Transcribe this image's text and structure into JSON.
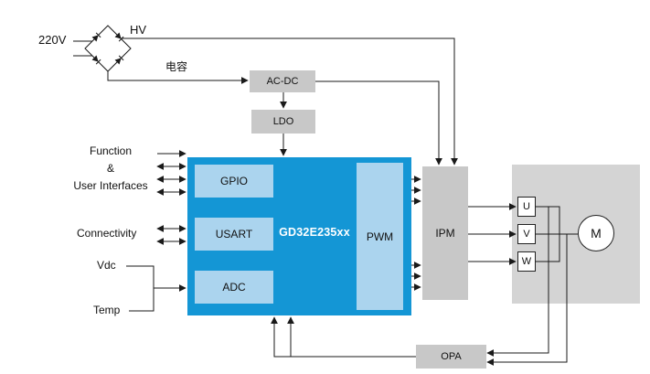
{
  "colors": {
    "mcu_blue": "#1496d5",
    "inner_blue": "#abd4ee",
    "block_gray": "#c8c8c8",
    "housing_gray": "#d4d4d4",
    "line_color": "#1a1a1a"
  },
  "power": {
    "source": "220V",
    "hv": "HV",
    "capacitor": "电容",
    "acdc": "AC-DC",
    "ldo": "LDO"
  },
  "mcu": {
    "name": "GD32E235xx",
    "blocks": {
      "gpio": "GPIO",
      "usart": "USART",
      "adc": "ADC",
      "pwm": "PWM"
    }
  },
  "inputs": {
    "function_line1": "Function",
    "function_line2": "&",
    "function_line3": "User Interfaces",
    "connectivity": "Connectivity",
    "vdc": "Vdc",
    "temp": "Temp"
  },
  "drive": {
    "ipm": "IPM",
    "phases": {
      "u": "U",
      "v": "V",
      "w": "W"
    },
    "motor": "M",
    "opa": "OPA"
  }
}
